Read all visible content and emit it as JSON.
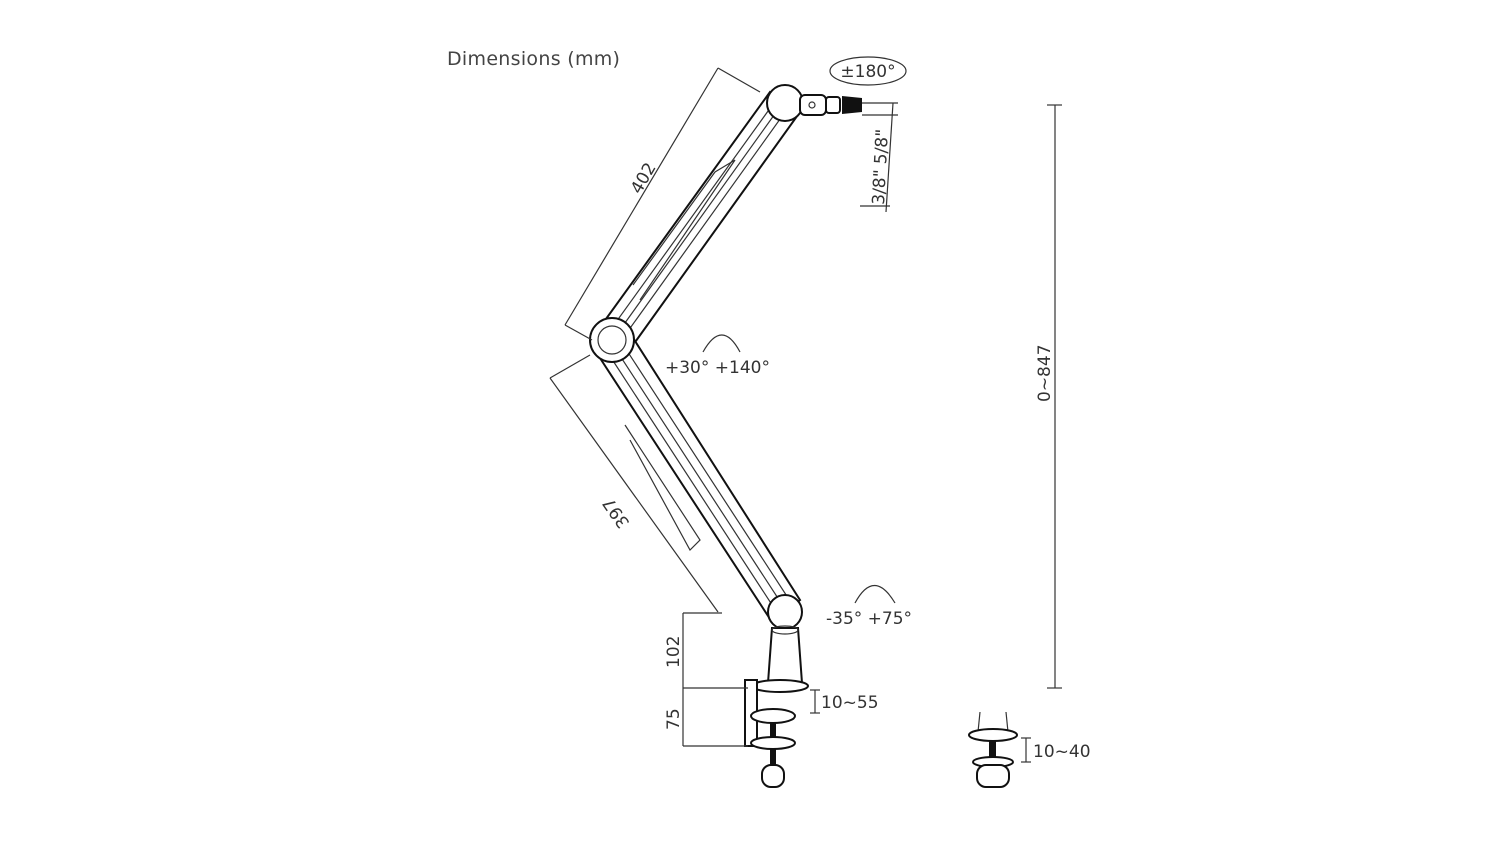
{
  "title": "Dimensions (mm)",
  "labels": {
    "rotation_head": "±180°",
    "thread": "3/8\" 5/8\"",
    "upper_arm_length": "402",
    "lower_arm_length": "397",
    "middle_joint_angle": "+30° +140°",
    "base_joint_angle": "-35° +75°",
    "height_range": "0~847",
    "pole_height": "102",
    "clamp_height": "75",
    "clamp_range": "10~55",
    "grommet_range": "10~40"
  }
}
